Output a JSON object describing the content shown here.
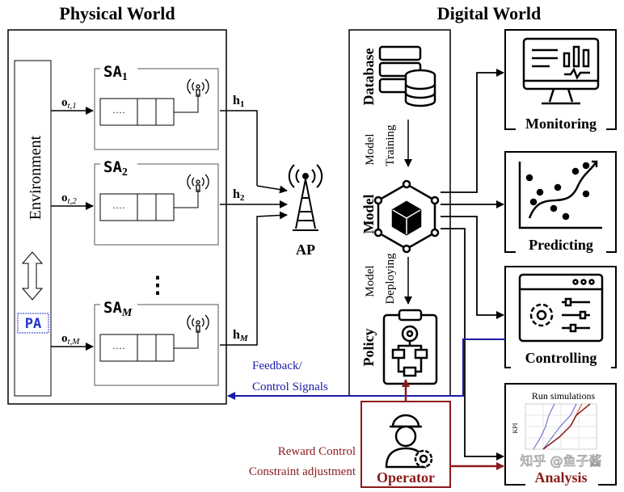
{
  "titles": {
    "physical": "Physical World",
    "digital": "Digital World"
  },
  "physical": {
    "environment": "Environment",
    "pa": "PA",
    "agents": [
      {
        "name": "SA",
        "sub": "1",
        "obs": "o",
        "obs_sub": "t,1",
        "channel": "h",
        "channel_sub": "1"
      },
      {
        "name": "SA",
        "sub": "2",
        "obs": "o",
        "obs_sub": "t,2",
        "channel": "h",
        "channel_sub": "2"
      },
      {
        "name": "SA",
        "sub": "M",
        "obs": "o",
        "obs_sub": "t,M",
        "channel": "h",
        "channel_sub": "M"
      }
    ],
    "buffer_dots": "····",
    "ellipsis": "⋮",
    "ap": "AP"
  },
  "digital": {
    "database": "Database",
    "model_training": [
      "Model",
      "Training"
    ],
    "model": "Model",
    "model_deploying": [
      "Model",
      "Deploying"
    ],
    "policy": "Policy"
  },
  "outputs": {
    "monitoring": "Monitoring",
    "predicting": "Predicting",
    "controlling": "Controlling",
    "analysis": "Analysis",
    "analysis_chart_title": "Run simulations",
    "analysis_chart_ylabel": "KPI"
  },
  "feedback": {
    "line1": "Feedback/",
    "line2": "Control Signals"
  },
  "operator": {
    "label": "Operator",
    "reward": "Reward Control",
    "constraint": "Constraint adjustment"
  },
  "watermark": "知乎 @鱼子酱",
  "colors": {
    "feedback": "#1a1aa6",
    "operator": "#8b1a1a",
    "pa": "#2233cc"
  }
}
